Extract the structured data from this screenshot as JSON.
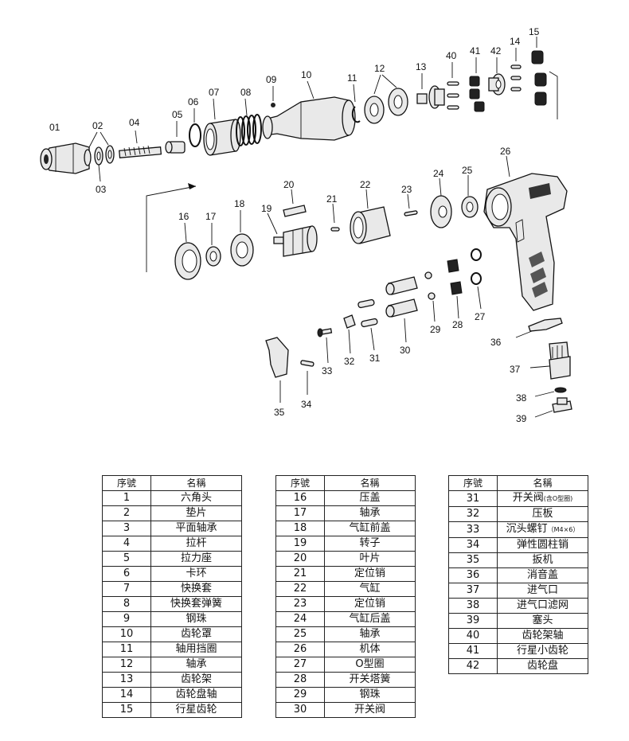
{
  "diagram": {
    "labels": [
      "01",
      "02",
      "03",
      "04",
      "05",
      "06",
      "07",
      "08",
      "09",
      "10",
      "11",
      "12",
      "13",
      "40",
      "41",
      "42",
      "14",
      "15",
      "16",
      "17",
      "18",
      "19",
      "20",
      "21",
      "22",
      "23",
      "24",
      "25",
      "26",
      "27",
      "28",
      "29",
      "30",
      "31",
      "32",
      "33",
      "34",
      "35",
      "36",
      "37",
      "38",
      "39"
    ]
  },
  "tables": [
    {
      "header_no": "序號",
      "header_name": "名稱",
      "rows": [
        {
          "no": "1",
          "name": "六角头"
        },
        {
          "no": "2",
          "name": "垫片"
        },
        {
          "no": "3",
          "name": "平面轴承"
        },
        {
          "no": "4",
          "name": "拉杆"
        },
        {
          "no": "5",
          "name": "拉力座"
        },
        {
          "no": "6",
          "name": "卡环"
        },
        {
          "no": "7",
          "name": "快换套"
        },
        {
          "no": "8",
          "name": "快换套弹簧"
        },
        {
          "no": "9",
          "name": "钢珠"
        },
        {
          "no": "10",
          "name": "齿轮罩"
        },
        {
          "no": "11",
          "name": "轴用挡圈"
        },
        {
          "no": "12",
          "name": "轴承"
        },
        {
          "no": "13",
          "name": "齿轮架"
        },
        {
          "no": "14",
          "name": "齿轮盘轴"
        },
        {
          "no": "15",
          "name": "行星齿轮"
        }
      ]
    },
    {
      "header_no": "序號",
      "header_name": "名稱",
      "rows": [
        {
          "no": "16",
          "name": "压盖"
        },
        {
          "no": "17",
          "name": "轴承"
        },
        {
          "no": "18",
          "name": "气缸前盖"
        },
        {
          "no": "19",
          "name": "转子"
        },
        {
          "no": "20",
          "name": "叶片"
        },
        {
          "no": "21",
          "name": "定位销"
        },
        {
          "no": "22",
          "name": "气缸"
        },
        {
          "no": "23",
          "name": "定位销"
        },
        {
          "no": "24",
          "name": "气缸后盖"
        },
        {
          "no": "25",
          "name": "轴承"
        },
        {
          "no": "26",
          "name": "机体"
        },
        {
          "no": "27",
          "name": "O型圈"
        },
        {
          "no": "28",
          "name": "开关塔簧"
        },
        {
          "no": "29",
          "name": "钢珠"
        },
        {
          "no": "30",
          "name": "开关阀"
        }
      ]
    },
    {
      "header_no": "序號",
      "header_name": "名稱",
      "rows": [
        {
          "no": "31",
          "name": "开关阀",
          "note": "(含O型圈)"
        },
        {
          "no": "32",
          "name": "压板"
        },
        {
          "no": "33",
          "name": "沉头螺钉",
          "note": "（M4×6）"
        },
        {
          "no": "34",
          "name": "弹性圆柱销"
        },
        {
          "no": "35",
          "name": "扳机"
        },
        {
          "no": "36",
          "name": "消音盖"
        },
        {
          "no": "37",
          "name": "进气口"
        },
        {
          "no": "38",
          "name": "进气口滤网"
        },
        {
          "no": "39",
          "name": "塞头"
        },
        {
          "no": "40",
          "name": "齿轮架轴"
        },
        {
          "no": "41",
          "name": "行星小齿轮"
        },
        {
          "no": "42",
          "name": "齿轮盘"
        }
      ]
    }
  ]
}
